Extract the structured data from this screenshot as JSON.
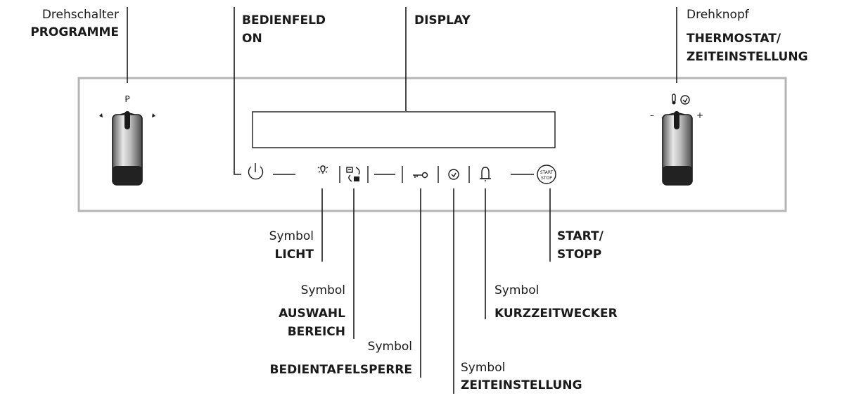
{
  "programme_knob": {
    "type": "Drehschalter",
    "name": "PROGRAMME",
    "mark": "P"
  },
  "power": {
    "name_line1": "BEDIENFELD",
    "name_line2": "ON"
  },
  "display": {
    "name": "DISPLAY"
  },
  "thermostat_knob": {
    "type": "Drehknopf",
    "name_line1": "THERMOSTAT/",
    "name_line2": "ZEITEINSTELLUNG",
    "minus": "–",
    "plus": "+"
  },
  "light": {
    "type": "Symbol",
    "name": "LICHT"
  },
  "selection": {
    "type": "Symbol",
    "name_line1": "AUSWAHL",
    "name_line2": "BEREICH"
  },
  "lock": {
    "type": "Symbol",
    "name": "BEDIENTAFELSPERRE"
  },
  "time_setting": {
    "type": "Symbol",
    "name": "ZEITEINSTELLUNG"
  },
  "timer": {
    "type": "Symbol",
    "name": "KURZZEITWECKER"
  },
  "startstop": {
    "name_line1": "START/",
    "name_line2": "STOPP",
    "icon_line1": "START",
    "icon_line2": "STOP"
  }
}
